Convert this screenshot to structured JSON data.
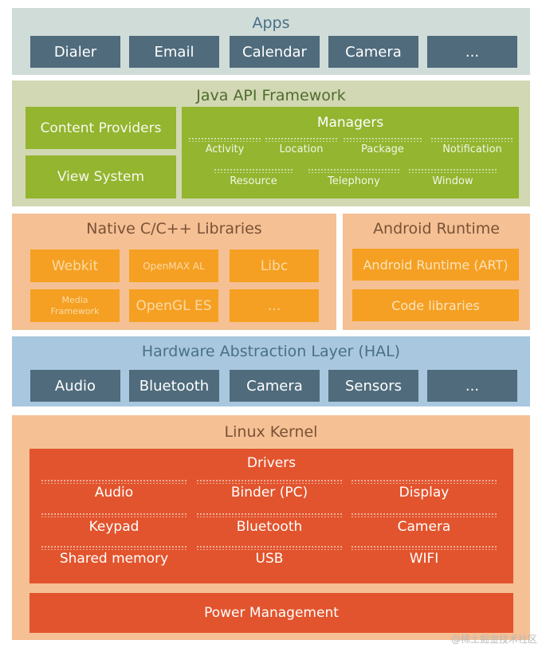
{
  "apps": {
    "title": "Apps",
    "items": [
      "Dialer",
      "Email",
      "Calendar",
      "Camera",
      "..."
    ]
  },
  "java": {
    "title": "Java API Framework",
    "content_providers": "Content Providers",
    "view_system": "View System",
    "managers_title": "Managers",
    "managers": [
      "Activity",
      "Location",
      "Package",
      "Notification",
      "Resource",
      "Telephony",
      "Window"
    ]
  },
  "native": {
    "title": "Native C/C++ Libraries",
    "items": [
      "Webkit",
      "OpenMAX AL",
      "Libc",
      "Media Framework",
      "OpenGL ES",
      "..."
    ]
  },
  "runtime": {
    "title": "Android Runtime",
    "items": [
      "Android Runtime (ART)",
      "Code libraries"
    ]
  },
  "hal": {
    "title": "Hardware Abstraction Layer (HAL)",
    "items": [
      "Audio",
      "Bluetooth",
      "Camera",
      "Sensors",
      "..."
    ]
  },
  "kernel": {
    "title": "Linux Kernel",
    "drivers_title": "Drivers",
    "drivers": [
      "Audio",
      "Binder (PC)",
      "Display",
      "Keypad",
      "Bluetooth",
      "Camera",
      "Shared memory",
      "USB",
      "WIFI"
    ],
    "power": "Power Management"
  },
  "watermark": "@稀土掘金技术社区",
  "colors": {
    "apps_bg": "#cfdcd8",
    "dark_box": "#4f6b7c",
    "java_bg": "#d2d8b3",
    "green_box": "#93b52f",
    "native_bg": "#f5c094",
    "orange_box": "#f5a022",
    "hal_bg": "#a9c8df",
    "red_box": "#e2542d"
  }
}
